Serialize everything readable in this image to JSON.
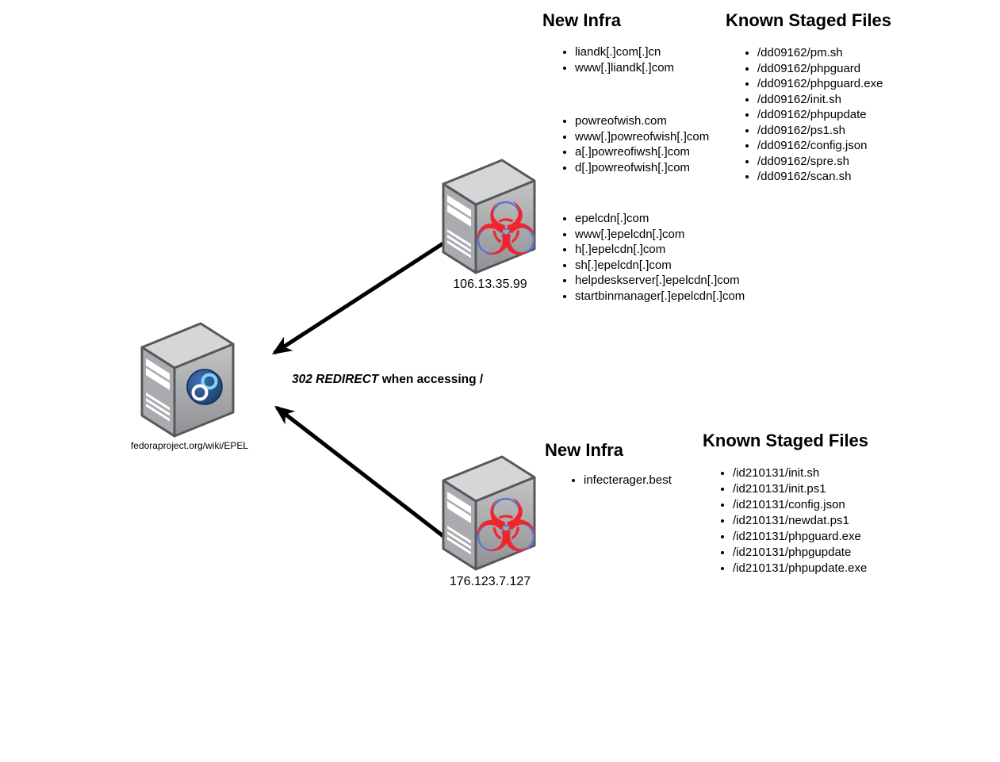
{
  "top_section": {
    "new_infra_title": "New Infra",
    "staged_files_title": "Known Staged Files",
    "domain_group_1": [
      "liandk[.]com[.]cn",
      "www[.]liandk[.]com"
    ],
    "domain_group_2": [
      "powreofwish.com",
      "www[.]powreofwish[.]com",
      "a[.]powreofiwsh[.]com",
      "d[.]powreofwish[.]com"
    ],
    "domain_group_3": [
      "epelcdn[.]com",
      "www[.]epelcdn[.]com",
      "h[.]epelcdn[.]com",
      "sh[.]epelcdn[.]com",
      "helpdeskserver[.]epelcdn[.]com",
      "startbinmanager[.]epelcdn[.]com"
    ],
    "staged_files": [
      "/dd09162/pm.sh",
      "/dd09162/phpguard",
      "/dd09162/phpguard.exe",
      "/dd09162/init.sh",
      "/dd09162/phpupdate",
      "/dd09162/ps1.sh",
      "/dd09162/config.json",
      "/dd09162/spre.sh",
      "/dd09162/scan.sh"
    ]
  },
  "bottom_section": {
    "new_infra_title": "New Infra",
    "staged_files_title": "Known Staged Files",
    "domains": [
      "infecterager.best"
    ],
    "staged_files": [
      "/id210131/init.sh",
      "/id210131/init.ps1",
      "/id210131/config.json",
      "/id210131/newdat.ps1",
      "/id210131/phpguard.exe",
      "/id210131/phpgupdate",
      "/id210131/phpupdate.exe"
    ]
  },
  "servers": {
    "malicious_top": {
      "label": "106.13.35.99",
      "icon": "biohazard-server"
    },
    "fedora": {
      "label": "fedoraproject.org/wiki/EPEL",
      "icon": "fedora-server"
    },
    "malicious_bottom": {
      "label": "176.123.7.127",
      "icon": "biohazard-server"
    }
  },
  "redirect_label": {
    "status": "302 REDIRECT",
    "rest": "when accessing /"
  },
  "colors": {
    "background": "#ffffff",
    "text": "#000000",
    "arrow": "#000000",
    "biohazard_red": "#f0262e",
    "biohazard_ring_blue": "#5b79c9",
    "fedora_blue": "#3f6fb5",
    "fedora_blue_dark": "#16365f",
    "fedora_cyan": "#7fd8f0",
    "server_top_face": "#d5d6d7",
    "server_left_face": "#a9abae",
    "server_outline": "#57585a"
  }
}
